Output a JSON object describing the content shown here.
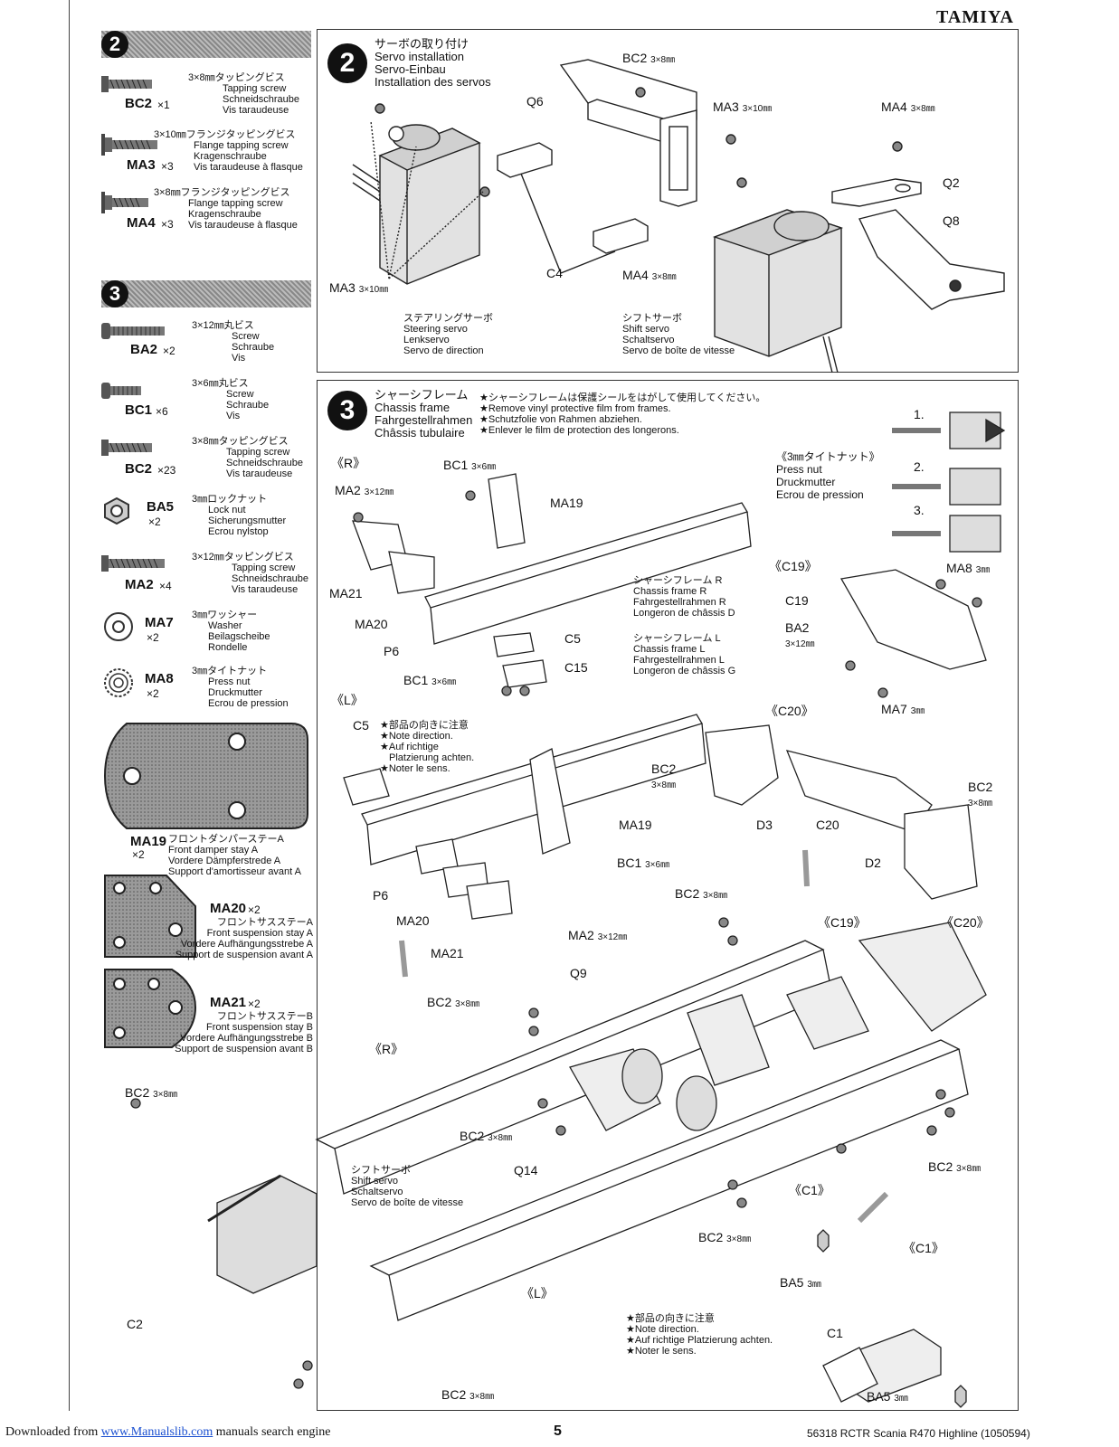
{
  "brand": "TAMIYA",
  "sidebar": {
    "step2": {
      "number": "2",
      "parts": [
        {
          "code": "BC2",
          "qty": "×1",
          "jp": "3×8㎜タッピングビス",
          "en": "Tapping screw",
          "de": "Schneidschraube",
          "fr": "Vis taraudeuse"
        },
        {
          "code": "MA3",
          "qty": "×3",
          "jp": "3×10㎜フランジタッピングビス",
          "en": "Flange tapping screw",
          "de": "Kragenschraube",
          "fr": "Vis taraudeuse à flasque"
        },
        {
          "code": "MA4",
          "qty": "×3",
          "jp": "3×8㎜フランジタッピングビス",
          "en": "Flange tapping screw",
          "de": "Kragenschraube",
          "fr": "Vis taraudeuse à flasque"
        }
      ]
    },
    "step3": {
      "number": "3",
      "parts": [
        {
          "code": "BA2",
          "qty": "×2",
          "jp": "3×12㎜丸ビス",
          "en": "Screw",
          "de": "Schraube",
          "fr": "Vis"
        },
        {
          "code": "BC1",
          "qty": "×6",
          "jp": "3×6㎜丸ビス",
          "en": "Screw",
          "de": "Schraube",
          "fr": "Vis"
        },
        {
          "code": "BC2",
          "qty": "×23",
          "jp": "3×8㎜タッピングビス",
          "en": "Tapping screw",
          "de": "Schneidschraube",
          "fr": "Vis taraudeuse"
        },
        {
          "code": "BA5",
          "qty": "×2",
          "jp": "3㎜ロックナット",
          "en": "Lock nut",
          "de": "Sicherungsmutter",
          "fr": "Ecrou nylstop"
        },
        {
          "code": "MA2",
          "qty": "×4",
          "jp": "3×12㎜タッピングビス",
          "en": "Tapping screw",
          "de": "Schneidschraube",
          "fr": "Vis taraudeuse"
        },
        {
          "code": "MA7",
          "qty": "×2",
          "jp": "3㎜ワッシャー",
          "en": "Washer",
          "de": "Beilagscheibe",
          "fr": "Rondelle"
        },
        {
          "code": "MA8",
          "qty": "×2",
          "jp": "3㎜タイトナット",
          "en": "Press nut",
          "de": "Druckmutter",
          "fr": "Ecrou de pression"
        }
      ],
      "plates": [
        {
          "code": "MA19",
          "qty": "×2",
          "jp": "フロントダンパーステーA",
          "en": "Front damper stay A",
          "de": "Vordere Dämpferstrede A",
          "fr": "Support d'amortisseur avant A"
        },
        {
          "code": "MA20",
          "qty": "×2",
          "jp": "フロントサスステーA",
          "en": "Front suspension stay A",
          "de": "Vordere Aufhängungsstrebe A",
          "fr": "Support de suspension avant A"
        },
        {
          "code": "MA21",
          "qty": "×2",
          "jp": "フロントサスステーB",
          "en": "Front suspension stay B",
          "de": "Vordere Aufhängungsstrebe B",
          "fr": "Support de suspension avant B"
        }
      ]
    }
  },
  "step2_panel": {
    "number": "2",
    "title_jp": "サーボの取り付け",
    "title_en": "Servo installation",
    "title_de": "Servo-Einbau",
    "title_fr": "Installation des servos",
    "labels": {
      "bc2": "BC2",
      "bc2_size": "3×8㎜",
      "q6": "Q6",
      "ma3_top": "MA3",
      "ma3_top_size": "3×10㎜",
      "ma4_top": "MA4",
      "ma4_top_size": "3×8㎜",
      "q2": "Q2",
      "q8": "Q8",
      "c4": "C4",
      "ma4_bottom": "MA4",
      "ma4_bottom_size": "3×8㎜",
      "ma3_bottom": "MA3",
      "ma3_bottom_size": "3×10㎜"
    },
    "steering": {
      "jp": "ステアリングサーボ",
      "en": "Steering servo",
      "de": "Lenkservo",
      "fr": "Servo de direction"
    },
    "shift": {
      "jp": "シフトサーボ",
      "en": "Shift servo",
      "de": "Schaltservo",
      "fr": "Servo de boîte de vitesse"
    }
  },
  "step3_panel": {
    "number": "3",
    "title_jp": "シャーシフレーム",
    "title_en": "Chassis frame",
    "title_de": "Fahrgestellrahmen",
    "title_fr": "Châssis tubulaire",
    "warning_jp": "★シャーシフレームは保護シールをはがして使用してください。",
    "warning_en": "★Remove vinyl protective film from frames.",
    "warning_de": "★Schutzfolie von Rahmen abziehen.",
    "warning_fr": "★Enlever le film de protection des longerons.",
    "pressnut": {
      "jp": "《3㎜タイトナット》",
      "en": "Press nut",
      "de": "Druckmutter",
      "fr": "Ecrou de pression",
      "s1": "1.",
      "s2": "2.",
      "s3": "3."
    },
    "labels": {
      "r": "《R》",
      "l": "《L》",
      "r2": "《R》",
      "l2": "《L》",
      "c19": "《C19》",
      "c20": "《C20》",
      "c19b": "《C19》",
      "c20b": "《C20》",
      "c1": "《C1》",
      "c1b": "《C1》",
      "bc1a": "BC1",
      "bc1a_size": "3×6㎜",
      "ma2a": "MA2",
      "ma2a_size": "3×12㎜",
      "ma19a": "MA19",
      "ma21a": "MA21",
      "ma20a": "MA20",
      "p6a": "P6",
      "c5a": "C5",
      "c15": "C15",
      "bc1b": "BC1",
      "bc1b_size": "3×6㎜",
      "ma8": "MA8",
      "ma8_size": "3㎜",
      "c19_part": "C19",
      "ba2": "BA2",
      "ba2_size": "3×12㎜",
      "ma7": "MA7",
      "ma7_size": "3㎜",
      "c5b": "C5",
      "bc2a": "BC2",
      "bc2a_size": "3×8㎜",
      "bc2b": "BC2",
      "bc2b_size": "3×8㎜",
      "d3": "D3",
      "c20_part": "C20",
      "d2": "D2",
      "ma19b": "MA19",
      "bc1c": "BC1",
      "bc1c_size": "3×6㎜",
      "p6b": "P6",
      "ma20b": "MA20",
      "ma2b": "MA2",
      "ma2b_size": "3×12㎜",
      "ma21b": "MA21",
      "bc2c": "BC2",
      "bc2c_size": "3×8㎜",
      "q9": "Q9",
      "bc2d": "BC2",
      "bc2d_size": "3×8㎜",
      "bc2e": "BC2",
      "bc2e_size": "3×8㎜",
      "bc2f": "BC2",
      "bc2f_size": "3×8㎜",
      "q14": "Q14",
      "bc2g": "BC2",
      "bc2g_size": "3×8㎜",
      "bc2h": "BC2",
      "bc2h_size": "3×8㎜",
      "bc2i": "BC2",
      "bc2i_size": "3×8㎜",
      "ba5a": "BA5",
      "ba5a_size": "3㎜",
      "ba5b": "BA5",
      "ba5b_size": "3㎜",
      "c1_part": "C1",
      "c2": "C2"
    },
    "frame_r": {
      "jp": "シャーシフレーム R",
      "en": "Chassis frame R",
      "de": "Fahrgestellrahmen R",
      "fr": "Longeron de châssis D"
    },
    "frame_l": {
      "jp": "シャーシフレーム L",
      "en": "Chassis frame L",
      "de": "Fahrgestellrahmen L",
      "fr": "Longeron de châssis G"
    },
    "note_dir": {
      "jp": "★部品の向きに注意",
      "en": "★Note direction.",
      "de": "★Auf richtige",
      "de2": "Platzierung achten.",
      "fr": "★Noter le sens."
    },
    "note_dir2": {
      "jp": "★部品の向きに注意",
      "en": "★Note direction.",
      "de": "★Auf richtige Platzierung achten.",
      "fr": "★Noter le sens."
    },
    "shift_servo": {
      "jp": "シフトサーボ",
      "en": "Shift servo",
      "de": "Schaltservo",
      "fr": "Servo de boîte de vitesse"
    }
  },
  "footer": {
    "download": "Downloaded from",
    "site": "www.Manualslib.com",
    "tail": "manuals search engine",
    "page": "5",
    "doc": "56318 RCTR Scania R470 Highline (1050594)"
  }
}
